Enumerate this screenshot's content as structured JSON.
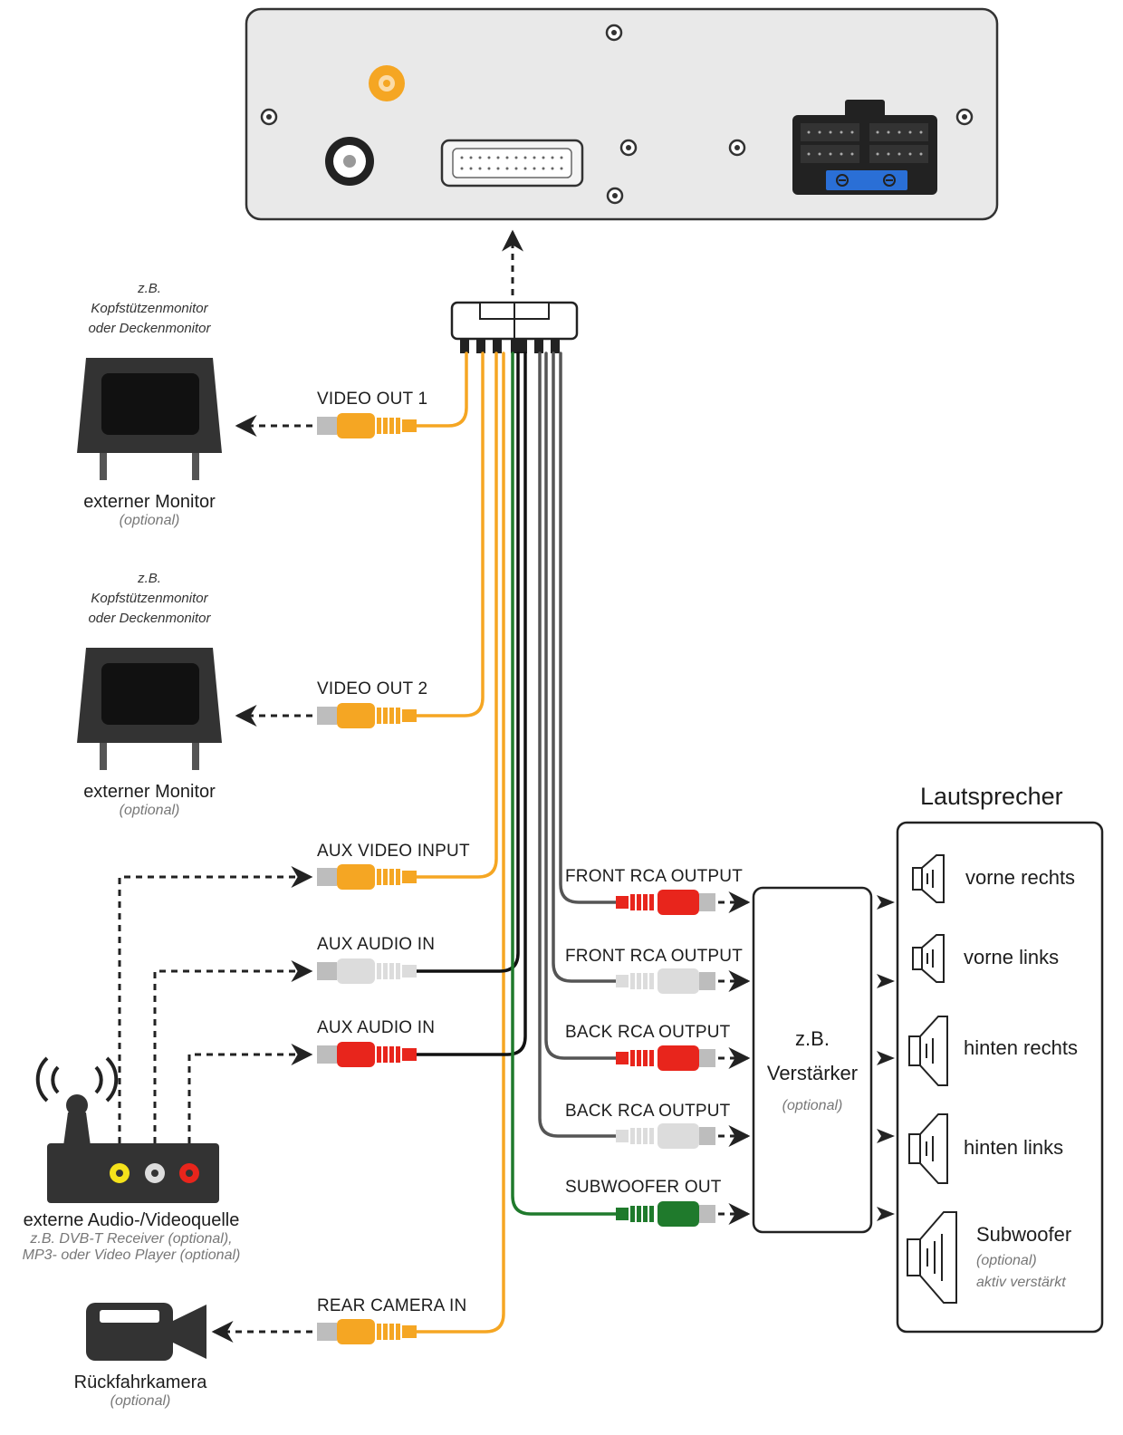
{
  "labels": {
    "video_out_1": "VIDEO OUT 1",
    "video_out_2": "VIDEO OUT 2",
    "aux_video_input": "AUX VIDEO INPUT",
    "aux_audio_in_1": "AUX AUDIO IN",
    "aux_audio_in_2": "AUX AUDIO IN",
    "rear_camera_in": "REAR CAMERA IN",
    "front_rca_output_1": "FRONT RCA OUTPUT",
    "front_rca_output_2": "FRONT RCA OUTPUT",
    "back_rca_output_1": "BACK RCA OUTPUT",
    "back_rca_output_2": "BACK RCA OUTPUT",
    "subwoofer_out": "SUBWOOFER OUT"
  },
  "monitor_note": {
    "line1": "z.B.",
    "line2": "Kopfstützenmonitor",
    "line3": "oder Deckenmonitor"
  },
  "external_monitor": {
    "name": "externer Monitor",
    "optional": "(optional)"
  },
  "av_source": {
    "name": "externe Audio-/Videoquelle",
    "line2": "z.B. DVB-T Receiver (optional),",
    "line3": "MP3- oder Video Player (optional)"
  },
  "camera": {
    "name": "Rückfahrkamera",
    "optional": "(optional)"
  },
  "amplifier": {
    "line1": "z.B.",
    "line2": "Verstärker",
    "optional": "(optional)"
  },
  "speakers": {
    "title": "Lautsprecher",
    "items": [
      "vorne rechts",
      "vorne links",
      "hinten rechts",
      "hinten links",
      "Subwoofer"
    ],
    "subwoofer_optional": "(optional)",
    "subwoofer_active": "aktiv verstärkt"
  },
  "colors": {
    "yellow": "#f5a623",
    "red": "#e8251c",
    "white_plug": "#dcdcdc",
    "green": "#1f7a2c",
    "black_wire": "#111111",
    "gray_wire": "#555555",
    "panel": "#e9e9e9",
    "device": "#333333",
    "blue": "#2a6fd6"
  },
  "icons": [
    "screw-icon",
    "rf-antenna-socket-icon",
    "gps-antenna-socket-icon",
    "iso-connector-icon",
    "harness-connector-icon",
    "monitor-icon",
    "av-source-icon",
    "camera-icon",
    "speaker-icon",
    "arrow-icon"
  ]
}
